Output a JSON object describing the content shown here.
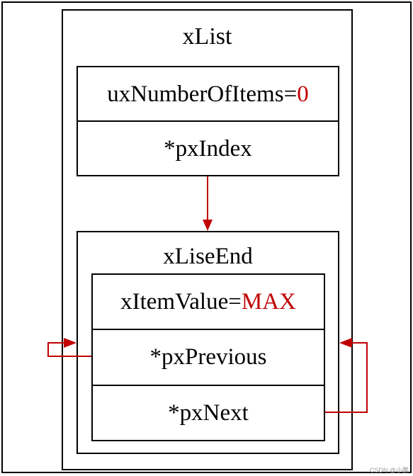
{
  "list": {
    "title": "xList",
    "number_of_items": {
      "name": "uxNumberOfItems=",
      "value": "0"
    },
    "index": "*pxIndex"
  },
  "end": {
    "title": "xLiseEnd",
    "item_value": {
      "name": "xItemValue=",
      "value": "MAX"
    },
    "previous": "*pxPrevious",
    "next": "*pxNext"
  },
  "colors": {
    "accent": "#c00000",
    "line": "#000000"
  },
  "watermark": "CSDN @小鹏"
}
